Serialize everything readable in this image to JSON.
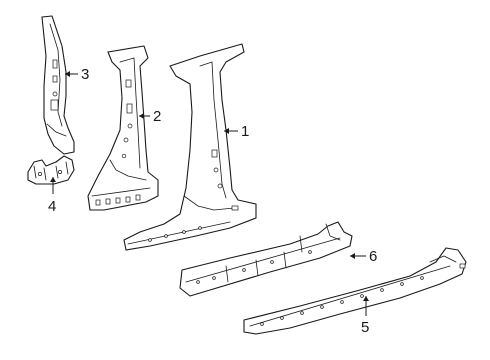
{
  "callouts": {
    "c1": "1",
    "c2": "2",
    "c3": "3",
    "c4": "4",
    "c5": "5",
    "c6": "6"
  },
  "colors": {
    "line": "#1a1a1a",
    "background": "#ffffff"
  }
}
